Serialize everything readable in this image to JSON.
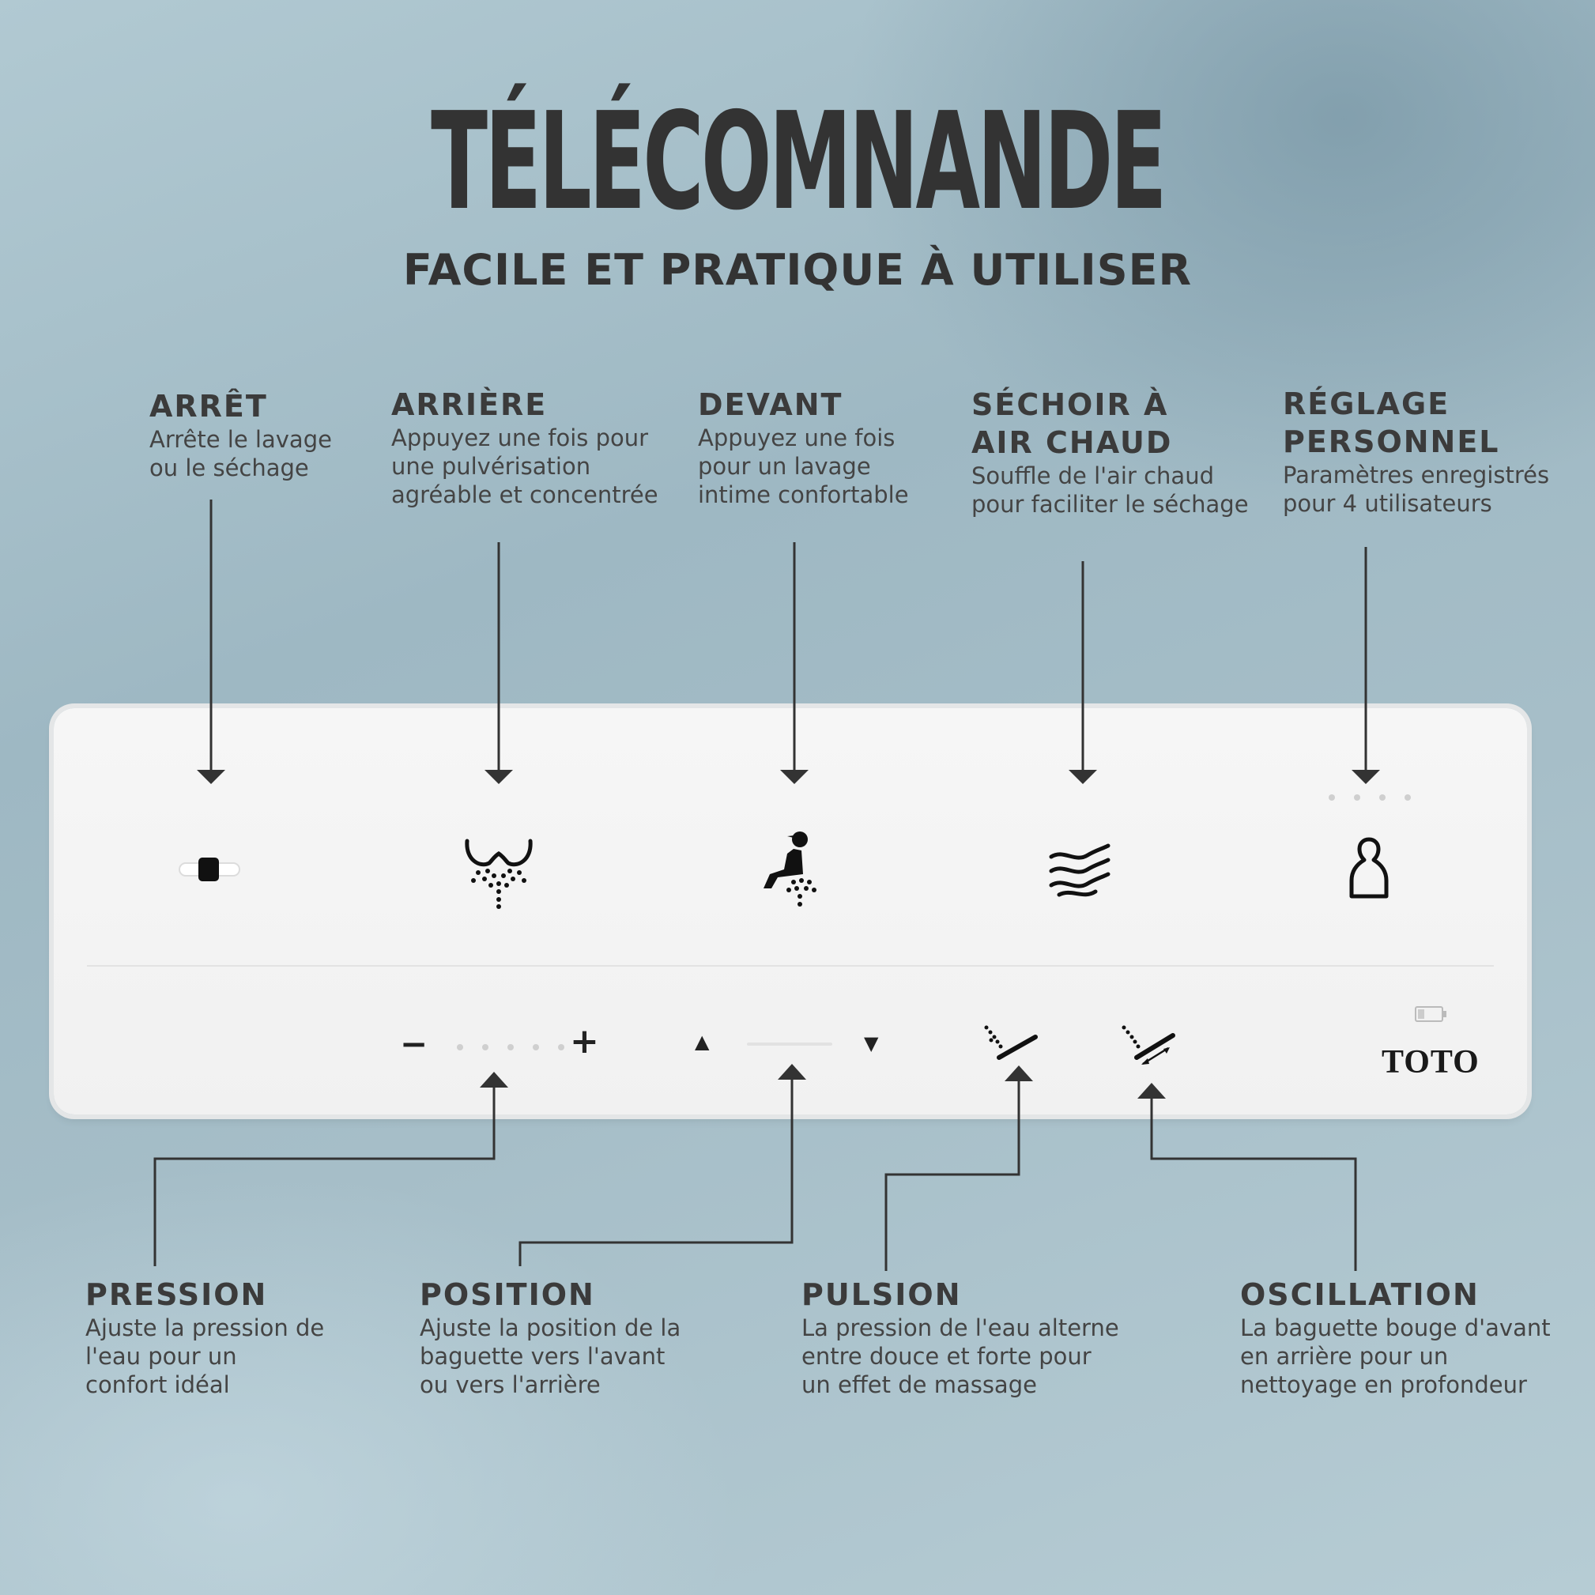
{
  "header": {
    "title": "TÉLÉCOMNANDE",
    "subtitle": "FACILE ET PRATIQUE À UTILISER"
  },
  "top_labels": [
    {
      "title": "ARRÊT",
      "desc": "Arrête le lavage\nou le séchage"
    },
    {
      "title": "ARRIÈRE",
      "desc": "Appuyez une fois pour\nune pulvérisation\nagréable et concentrée"
    },
    {
      "title": "DEVANT",
      "desc": "Appuyez une fois\npour un lavage\n intime confortable"
    },
    {
      "title": "SÉCHOIR À\nAIR CHAUD",
      "desc": "Souffle de l'air chaud\npour faciliter le séchage"
    },
    {
      "title": "RÉGLAGE\nPERSONNEL",
      "desc": "Paramètres enregistrés\npour 4 utilisateurs"
    }
  ],
  "bottom_labels": [
    {
      "title": "PRESSION",
      "desc": "Ajuste la pression de\nl'eau pour un\nconfort idéal"
    },
    {
      "title": "POSITION",
      "desc": "Ajuste la position de la\nbaguette vers l'avant\nou vers l'arrière"
    },
    {
      "title": "PULSION",
      "desc": "La pression de l'eau alterne\nentre douce et forte pour\nun effet de massage"
    },
    {
      "title": "OSCILLATION",
      "desc": "La baguette bouge d'avant\nen arrière pour un\nnettoyage en profondeur"
    }
  ],
  "remote": {
    "brand": "TOTO",
    "minus": "−",
    "plus": "+",
    "up": "▲",
    "down": "▼",
    "icons": [
      "stop-icon",
      "rear-wash-icon",
      "front-wash-icon",
      "dryer-icon",
      "user-icon",
      "pulsate-icon",
      "oscillate-icon",
      "battery-icon"
    ]
  }
}
